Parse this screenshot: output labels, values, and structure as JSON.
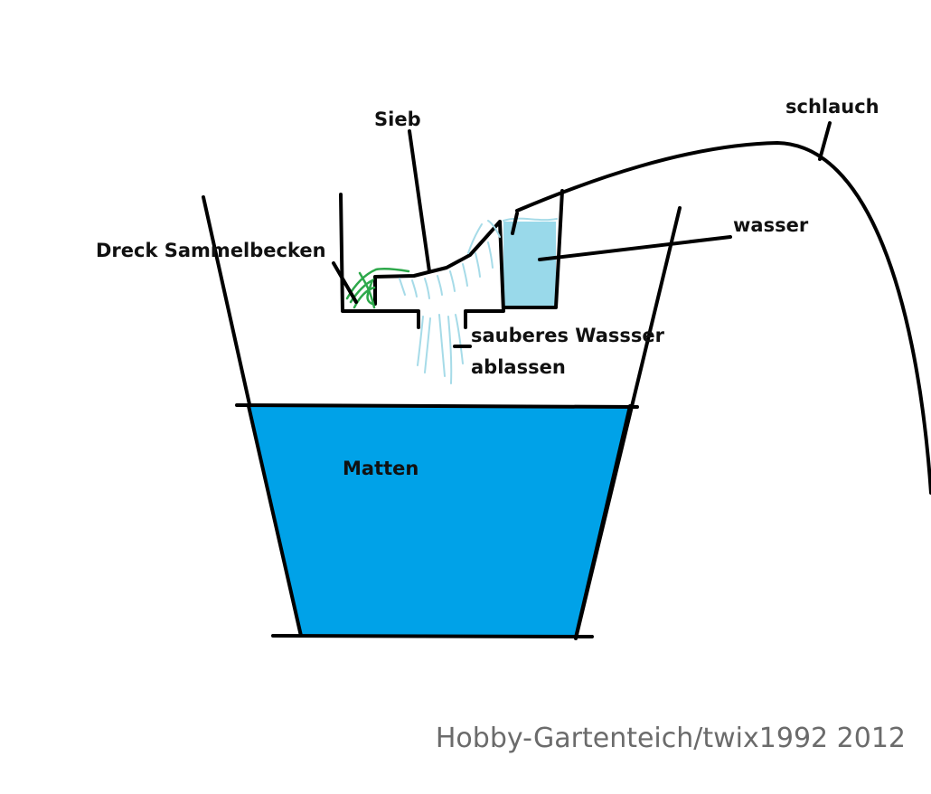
{
  "labels": {
    "sieve": "Sieb",
    "hose": "schlauch",
    "water": "wasser",
    "dirt_basin": "Dreck Sammelbecken",
    "clean_water_line1": "sauberes Wassser",
    "clean_water_line2": "ablassen",
    "mats": "Matten"
  },
  "credit": "Hobby-Gartenteich/twix1992 2012",
  "colors": {
    "mats_fill": "#00a2e8",
    "water_fill": "#99d9ea",
    "spray": "#a6dbe8",
    "dirt": "#2da84a",
    "ink": "#000000",
    "credit_text": "#6b6b6b"
  }
}
